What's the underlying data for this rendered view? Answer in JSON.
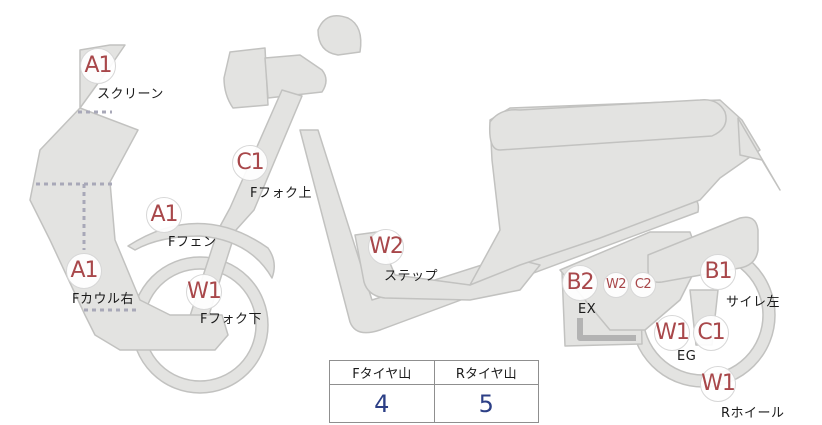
{
  "colors": {
    "part_fill": "#e3e3e1",
    "part_stroke": "#c2c2c0",
    "badge_text": "#a8474a",
    "value_text": "#2c3f86",
    "dotted_line": "#a8a8b8"
  },
  "markers": [
    {
      "id": "screen",
      "grade": "A1",
      "label": "スクリーン"
    },
    {
      "id": "fork-upper",
      "grade": "C1",
      "label": "Fフォク上"
    },
    {
      "id": "fender",
      "grade": "A1",
      "label": "Fフェン"
    },
    {
      "id": "cowl-right",
      "grade": "A1",
      "label": "Fカウル右"
    },
    {
      "id": "fork-lower",
      "grade": "W1",
      "label": "Fフォク下"
    },
    {
      "id": "step",
      "grade": "W2",
      "label": "ステップ"
    },
    {
      "id": "exhaust",
      "grade": "B2",
      "label": "EX"
    },
    {
      "id": "exhaust-w2",
      "grade": "W2",
      "label": ""
    },
    {
      "id": "exhaust-c2",
      "grade": "C2",
      "label": ""
    },
    {
      "id": "engine-w1",
      "grade": "W1",
      "label": "EG"
    },
    {
      "id": "engine-c1",
      "grade": "C1",
      "label": ""
    },
    {
      "id": "silencer-left",
      "grade": "B1",
      "label": "サイレ左"
    },
    {
      "id": "rear-wheel",
      "grade": "W1",
      "label": "Rホイール"
    }
  ],
  "tire_table": {
    "headers": [
      "Fタイヤ山",
      "Rタイヤ山"
    ],
    "values": [
      "4",
      "5"
    ]
  }
}
